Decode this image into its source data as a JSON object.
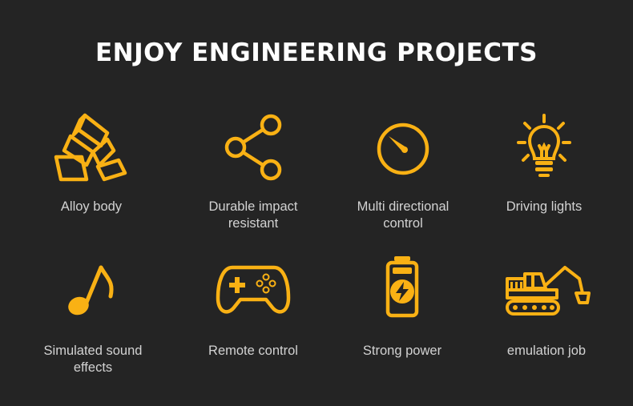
{
  "title": "ENJOY ENGINEERING PROJECTS",
  "accent_color": "#f9b114",
  "features": [
    {
      "label": "Alloy body",
      "icon": "gold-bars-icon"
    },
    {
      "label": "Durable impact\nresistant",
      "icon": "share-nodes-icon"
    },
    {
      "label": "Multi directional\ncontrol",
      "icon": "gauge-icon"
    },
    {
      "label": "Driving lights",
      "icon": "light-bulb-icon"
    },
    {
      "label": "Simulated sound\neffects",
      "icon": "music-note-icon"
    },
    {
      "label": "Remote control",
      "icon": "gamepad-icon"
    },
    {
      "label": "Strong power",
      "icon": "battery-bolt-icon"
    },
    {
      "label": "emulation job",
      "icon": "excavator-icon"
    }
  ]
}
